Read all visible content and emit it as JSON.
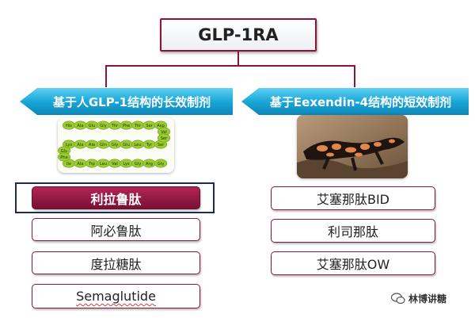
{
  "root": {
    "label": "GLP-1RA"
  },
  "left": {
    "heading": "基于人GLP-1结构的长效制剂",
    "peptide_rows": [
      [
        "His",
        "Ala",
        "Glu",
        "Gly",
        "Thr",
        "Phe",
        "Thr",
        "Ser",
        "Asp"
      ],
      [
        "Lys",
        "Ala",
        "Ala",
        "Gln",
        "Gly",
        "Glu",
        "Leu",
        "Tyr",
        "Ser"
      ],
      [
        "Ile",
        "Ala",
        "Trp",
        "Leu",
        "Val",
        "Lys",
        "Gly",
        "Arg",
        "Gly"
      ]
    ],
    "peptide_side": [
      "Val",
      "Ser"
    ],
    "peptide_left": [
      "Glu",
      "Phe"
    ],
    "items": [
      "利拉鲁肽",
      "阿必鲁肽",
      "度拉糖肽",
      "Semaglutide"
    ]
  },
  "right": {
    "heading": "基于Eexendin-4结构的短效制剂",
    "items": [
      "艾塞那肽BID",
      "利司那肽",
      "艾塞那肽OW"
    ]
  },
  "watermark": {
    "text": "林博讲糖"
  },
  "colors": {
    "accent": "#8a1538",
    "banner": "#19a8d8",
    "peptide": "#9acd32"
  }
}
